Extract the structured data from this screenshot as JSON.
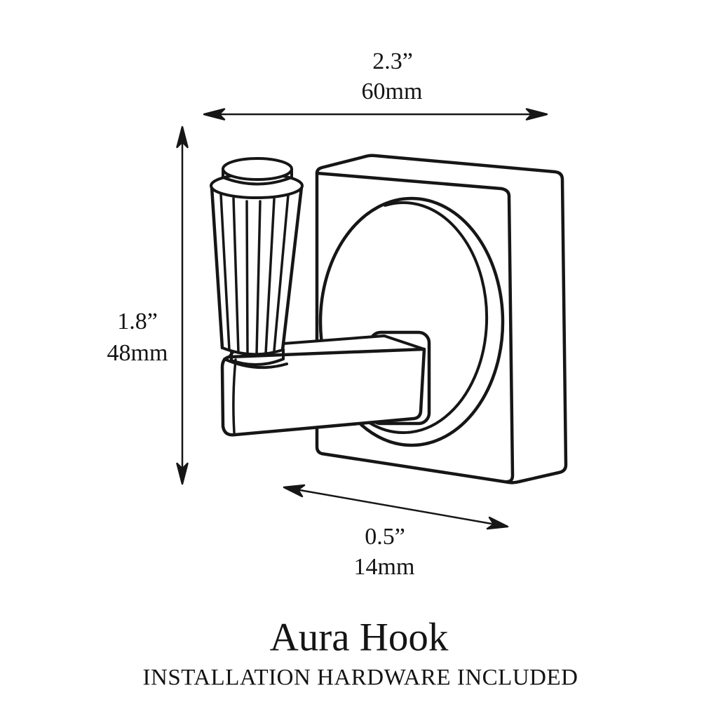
{
  "product": {
    "title": "Aura Hook",
    "subtitle": "INSTALLATION HARDWARE INCLUDED"
  },
  "dimensions": {
    "width": {
      "imperial": "2.3”",
      "metric": "60mm"
    },
    "height": {
      "imperial": "1.8”",
      "metric": "48mm"
    },
    "depth": {
      "imperial": "0.5”",
      "metric": "14mm"
    }
  },
  "colors": {
    "ink": "#161616",
    "background": "#ffffff"
  }
}
